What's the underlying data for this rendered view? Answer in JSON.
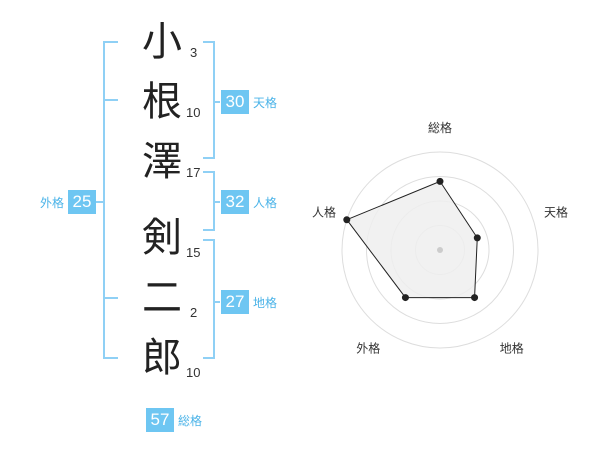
{
  "name": {
    "characters": [
      "小",
      "根",
      "澤",
      "剣",
      "二",
      "郎"
    ],
    "strokes": [
      "3",
      "10",
      "17",
      "15",
      "2",
      "10"
    ]
  },
  "fortune": {
    "tenkaku": {
      "label": "天格",
      "value": "30"
    },
    "jinkaku": {
      "label": "人格",
      "value": "32"
    },
    "chikaku": {
      "label": "地格",
      "value": "27"
    },
    "gaikaku": {
      "label": "外格",
      "value": "25"
    },
    "soukaku": {
      "label": "総格",
      "value": "57"
    }
  },
  "chart_data": {
    "type": "radar",
    "axes": [
      "総格",
      "天格",
      "地格",
      "外格",
      "人格"
    ],
    "values": [
      0.7,
      0.4,
      0.6,
      0.6,
      1.0
    ],
    "max": 1.0,
    "rings": 4
  },
  "colors": {
    "accent": "#6ec6f2",
    "bracket": "#8fd0f5",
    "radar_fill": "#eeeeee"
  }
}
